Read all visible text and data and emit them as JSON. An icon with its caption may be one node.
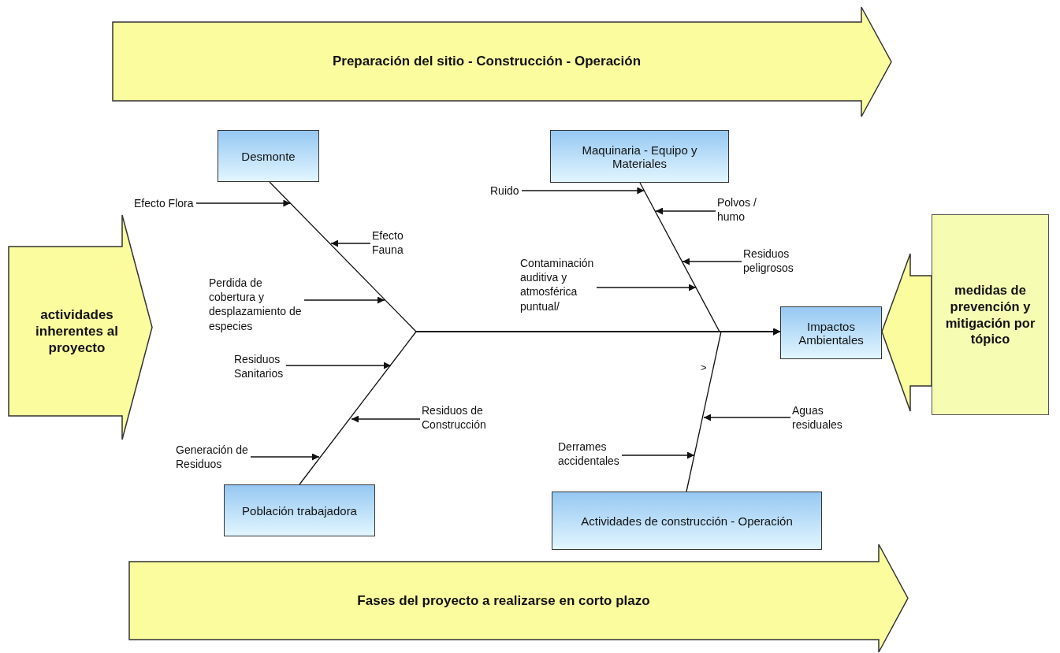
{
  "diagram": {
    "nodes": [
      {
        "text": [
          "Preparación del sitio - Construcción - Operación"
        ]
      },
      {
        "text": [
          "Desmonte"
        ]
      },
      {
        "text": [
          "Maquinaria - Equipo y Materiales"
        ]
      },
      {
        "text": [
          "Efecto Flora"
        ]
      },
      {
        "text": [
          "Ruido"
        ]
      },
      {
        "text": [
          "Polvos / humo"
        ]
      },
      {
        "text": [
          "Efecto Fauna"
        ]
      },
      {
        "text": [
          "Perdida de cobertura y desplazamiento de especies"
        ]
      },
      {
        "text": [
          "Residuos peligrosos"
        ]
      },
      {
        "text": [
          "Contaminación auditiva y atmosférica puntual/"
        ]
      },
      {
        "text": [
          "actividades inherentes al proyecto"
        ]
      },
      {
        "text": [
          "medidas de prevención y mitigación por tópico"
        ]
      },
      {
        "text": [
          "Impactos Ambientales"
        ]
      },
      {
        "text": [
          "Residuos Sanitarios"
        ]
      },
      {
        "text": [
          "Aguas residuales"
        ]
      },
      {
        "text": [
          "Residuos de Construcción"
        ]
      },
      {
        "text": [
          "Derrames accidentales"
        ]
      },
      {
        "text": [
          "Generación de Residuos"
        ]
      },
      {
        "text": [
          "Población trabajadora"
        ]
      },
      {
        "text": [
          "Actividades de construcción - Operación"
        ]
      },
      {
        "text": [
          "Fases del proyecto a realizarse en corto plazo"
        ]
      }
    ],
    "edges": [
      {
        "from": 1,
        "to": 12,
        "arrow": "to"
      },
      {
        "from": 18,
        "to": 12,
        "arrow": "to"
      },
      {
        "from": 2,
        "to": 12,
        "arrow": "to"
      },
      {
        "from": 19,
        "to": 12,
        "arrow": "to"
      },
      {
        "from": 11,
        "to": 12,
        "arrow": "to",
        "style": "thick"
      },
      {
        "from": 3,
        "to": 1,
        "arrow": "to"
      },
      {
        "from": 4,
        "to": 2,
        "arrow": "to"
      },
      {
        "from": 5,
        "to": null,
        "arrow": "to"
      },
      {
        "from": 6,
        "to": null,
        "arrow": "to"
      },
      {
        "from": 7,
        "to": null,
        "arrow": "to"
      },
      {
        "from": 8,
        "to": null,
        "arrow": "to"
      },
      {
        "from": 9,
        "to": null,
        "arrow": "to"
      },
      {
        "from": 13,
        "to": null,
        "arrow": "to"
      },
      {
        "from": 14,
        "to": null,
        "arrow": "to"
      },
      {
        "from": 15,
        "to": null,
        "arrow": "to"
      },
      {
        "from": 16,
        "to": null,
        "arrow": "to"
      },
      {
        "from": 17,
        "to": null,
        "arrow": "to"
      }
    ],
    "labels": [
      ">"
    ]
  }
}
